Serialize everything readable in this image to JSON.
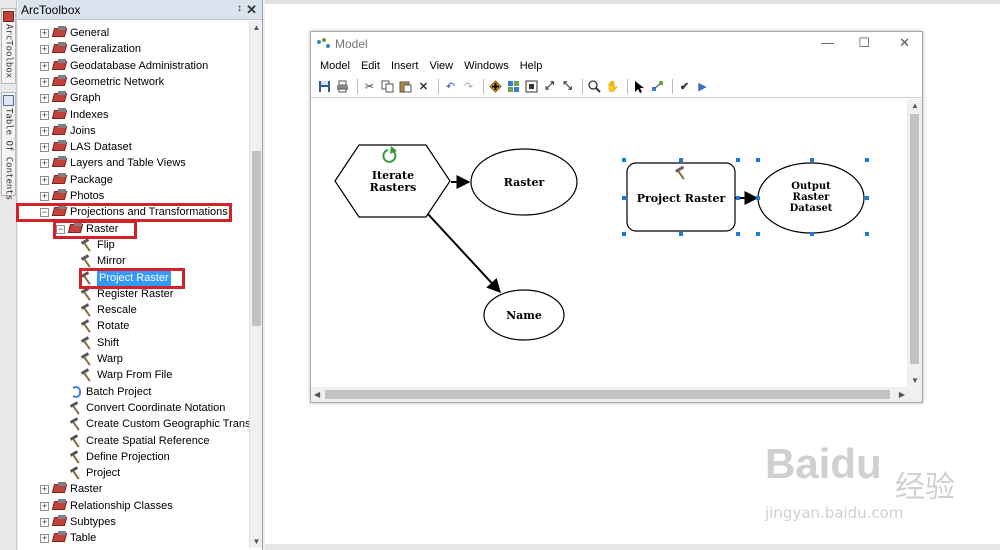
{
  "dock": {
    "tabs": [
      {
        "label": "ArcToolbox",
        "icon": "toolbox-icon"
      },
      {
        "label": "Table Of Contents",
        "icon": "table-of-contents-icon"
      }
    ]
  },
  "toolbox": {
    "title": "ArcToolbox",
    "pin_icon": "pin-icon",
    "close_icon": "close-icon",
    "items": [
      {
        "label": "General",
        "level": 0,
        "kind": "toolbox",
        "expanded": false
      },
      {
        "label": "Generalization",
        "level": 0,
        "kind": "toolbox",
        "expanded": false
      },
      {
        "label": "Geodatabase Administration",
        "level": 0,
        "kind": "toolbox",
        "expanded": false
      },
      {
        "label": "Geometric Network",
        "level": 0,
        "kind": "toolbox",
        "expanded": false
      },
      {
        "label": "Graph",
        "level": 0,
        "kind": "toolbox",
        "expanded": false
      },
      {
        "label": "Indexes",
        "level": 0,
        "kind": "toolbox",
        "expanded": false
      },
      {
        "label": "Joins",
        "level": 0,
        "kind": "toolbox",
        "expanded": false
      },
      {
        "label": "LAS Dataset",
        "level": 0,
        "kind": "toolbox",
        "expanded": false
      },
      {
        "label": "Layers and Table Views",
        "level": 0,
        "kind": "toolbox",
        "expanded": false
      },
      {
        "label": "Package",
        "level": 0,
        "kind": "toolbox",
        "expanded": false
      },
      {
        "label": "Photos",
        "level": 0,
        "kind": "toolbox",
        "expanded": false
      },
      {
        "label": "Projections and Transformations",
        "level": 0,
        "kind": "toolbox",
        "expanded": true
      },
      {
        "label": "Raster",
        "level": 1,
        "kind": "toolbox",
        "expanded": true
      },
      {
        "label": "Flip",
        "level": 2,
        "kind": "tool"
      },
      {
        "label": "Mirror",
        "level": 2,
        "kind": "tool"
      },
      {
        "label": "Project Raster",
        "level": 2,
        "kind": "tool",
        "selected": true
      },
      {
        "label": "Register Raster",
        "level": 2,
        "kind": "tool"
      },
      {
        "label": "Rescale",
        "level": 2,
        "kind": "tool"
      },
      {
        "label": "Rotate",
        "level": 2,
        "kind": "tool"
      },
      {
        "label": "Shift",
        "level": 2,
        "kind": "tool"
      },
      {
        "label": "Warp",
        "level": 2,
        "kind": "tool"
      },
      {
        "label": "Warp From File",
        "level": 2,
        "kind": "tool"
      },
      {
        "label": "Batch Project",
        "level": 1,
        "kind": "script"
      },
      {
        "label": "Convert Coordinate Notation",
        "level": 1,
        "kind": "tool"
      },
      {
        "label": "Create Custom Geographic Transf",
        "level": 1,
        "kind": "tool"
      },
      {
        "label": "Create Spatial Reference",
        "level": 1,
        "kind": "tool"
      },
      {
        "label": "Define Projection",
        "level": 1,
        "kind": "tool"
      },
      {
        "label": "Project",
        "level": 1,
        "kind": "tool"
      },
      {
        "label": "Raster",
        "level": 0,
        "kind": "toolbox",
        "expanded": false
      },
      {
        "label": "Relationship Classes",
        "level": 0,
        "kind": "toolbox",
        "expanded": false
      },
      {
        "label": "Subtypes",
        "level": 0,
        "kind": "toolbox",
        "expanded": false
      },
      {
        "label": "Table",
        "level": 0,
        "kind": "toolbox",
        "expanded": false
      }
    ]
  },
  "model_window": {
    "title": "Model",
    "menu": [
      "Model",
      "Edit",
      "Insert",
      "View",
      "Windows",
      "Help"
    ],
    "toolbar_icons": [
      "save-icon",
      "print-icon",
      "cut-icon",
      "copy-icon",
      "paste-icon",
      "delete-icon",
      "undo-icon",
      "redo-icon",
      "add-data-icon",
      "auto-layout-icon",
      "full-extent-icon",
      "fixed-zoom-in-icon",
      "fixed-zoom-out-icon",
      "zoom-in-icon",
      "pan-icon",
      "select-icon",
      "connect-icon",
      "validate-icon",
      "run-icon"
    ],
    "diagram": {
      "nodes": [
        {
          "id": "iterate",
          "label": [
            "Iterate",
            "Rasters"
          ],
          "shape": "hexagon"
        },
        {
          "id": "raster",
          "label": [
            "Raster"
          ],
          "shape": "ellipse"
        },
        {
          "id": "name",
          "label": [
            "Name"
          ],
          "shape": "ellipse"
        },
        {
          "id": "project",
          "label": [
            "Project Raster"
          ],
          "shape": "rounded-rect",
          "selected": true
        },
        {
          "id": "output",
          "label": [
            "Output",
            "Raster",
            "Dataset"
          ],
          "shape": "ellipse",
          "selected": true
        }
      ],
      "edges": [
        {
          "from": "iterate",
          "to": "raster"
        },
        {
          "from": "iterate",
          "to": "name"
        },
        {
          "from": "project",
          "to": "output"
        }
      ]
    }
  },
  "watermark": {
    "logo": "Baidu",
    "cn": "经验",
    "url": "jingyan.baidu.com"
  }
}
